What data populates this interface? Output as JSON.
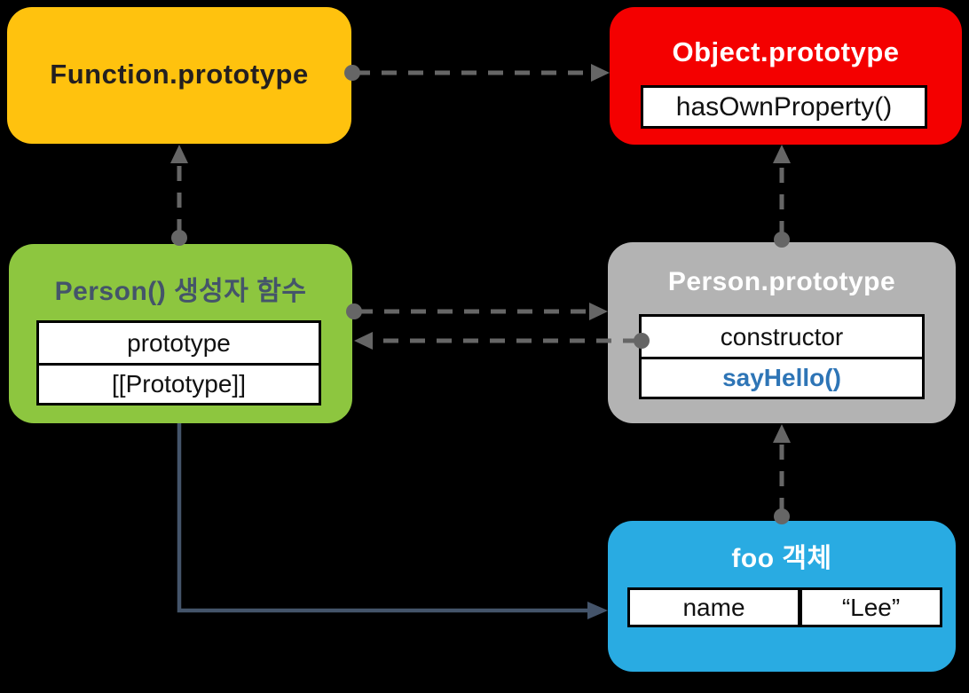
{
  "diagram": {
    "background_color": "#000000",
    "dashed_link_color": "#666666",
    "solid_link_color": "#44546A",
    "boxes": {
      "function_prototype": {
        "title": "Function.prototype",
        "fill": "#FFC20E",
        "title_color": "#231F20"
      },
      "object_prototype": {
        "title": "Object.prototype",
        "fill": "#F40000",
        "title_color": "#FFFFFF",
        "members": [
          "hasOwnProperty()"
        ]
      },
      "person_constructor": {
        "title": "Person() 생성자 함수",
        "fill": "#8DC63F",
        "title_color": "#44546A",
        "members": [
          "prototype",
          "[[Prototype]]"
        ]
      },
      "person_prototype": {
        "title": "Person.prototype",
        "fill": "#B3B3B3",
        "title_color": "#FFFFFF",
        "members": [
          "constructor",
          "sayHello()"
        ],
        "sayhello_color": "#2E75B6"
      },
      "foo_object": {
        "title": "foo 객체",
        "fill": "#29ABE2",
        "title_color": "#FFFFFF",
        "property_key": "name",
        "property_value": "“Lee”"
      }
    }
  }
}
